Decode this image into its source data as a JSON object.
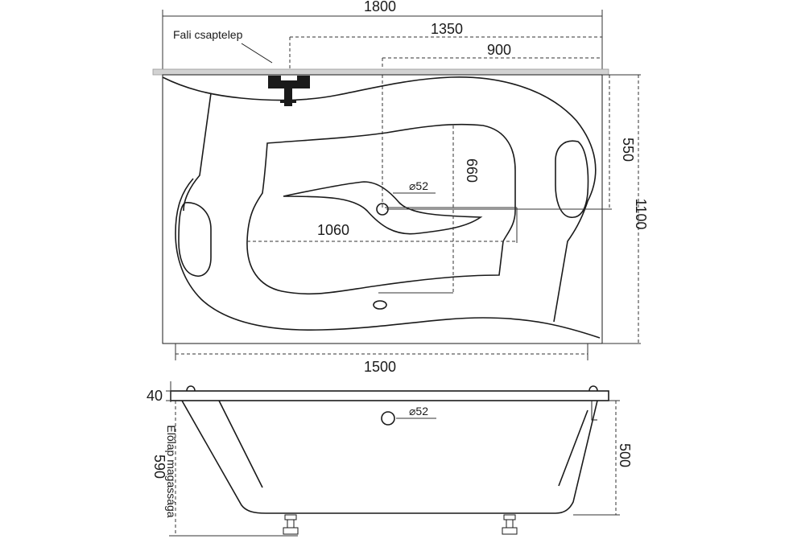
{
  "top_view": {
    "faucet_label": "Fali csaptelep",
    "dim_total_width": "1800",
    "dim_tap_offset": "1350",
    "dim_drain_offset": "900",
    "dim_drain_depth": "550",
    "dim_total_depth": "1100",
    "dim_inner_length": "1060",
    "dim_inner_width": "660",
    "dim_drain_diameter": "⌀52",
    "dim_base_length": "1500"
  },
  "side_view": {
    "dim_rim_height": "40",
    "dim_depth": "500",
    "dim_front_height": "590",
    "front_panel_label": "Előlap magassága",
    "dim_overflow_diameter": "⌀52"
  }
}
